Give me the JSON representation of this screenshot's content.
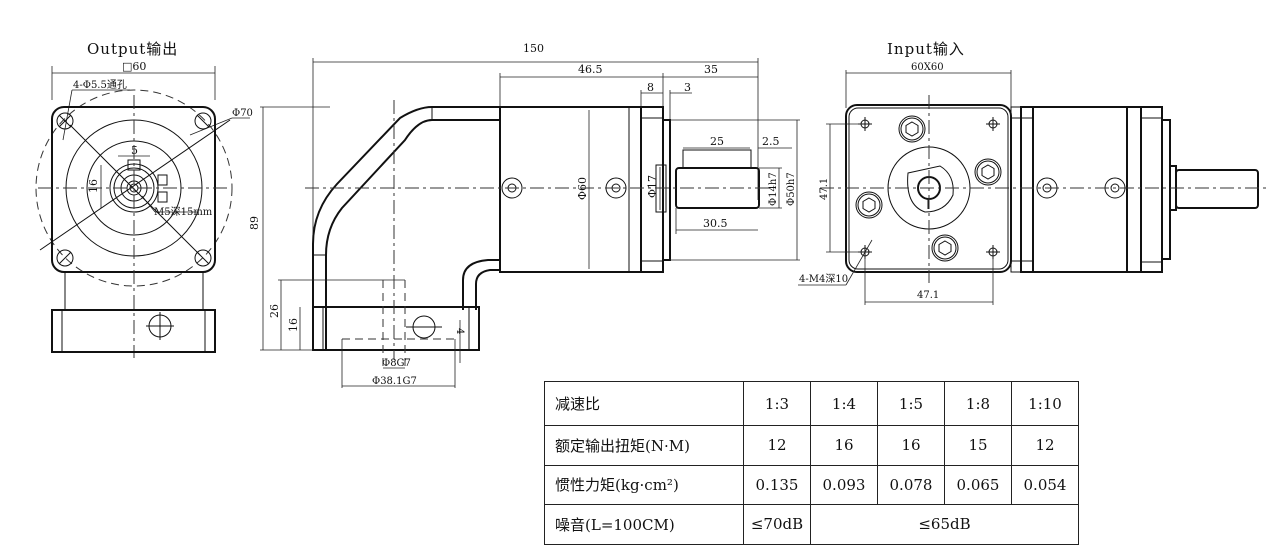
{
  "output_view": {
    "title": "Output输出",
    "flange_square": "□60",
    "mount_holes": "4-Φ5.5通孔",
    "pcd": "Φ70",
    "key_width": "5",
    "key_height": "16",
    "tap_hole": "M5深15mm"
  },
  "side_view": {
    "overall_length": "150",
    "body_length": "46.5",
    "shaft_length": "35",
    "flange_thickness": "8",
    "spigot_length": "3",
    "key_length": "25",
    "key_offset": "2.5",
    "shaft_step_length": "30.5",
    "body_diameter": "Φ60",
    "spigot_diameter": "Φ17",
    "shaft_diameter": "Φ14h7",
    "pilot_diameter": "Φ50h7",
    "overall_height": "89",
    "base_height": "26",
    "base_step": "16",
    "base_hole_offset": "4",
    "input_bore": "Φ8G7",
    "input_pilot": "Φ38.1G7"
  },
  "input_view": {
    "title": "Input输入",
    "flange_size": "60X60",
    "hole_spacing_v": "47.1",
    "hole_spacing_h": "47.1",
    "tapped_holes": "4-M4深10"
  },
  "spec_table": {
    "rows": [
      {
        "label": "减速比",
        "cells": [
          "1:3",
          "1:4",
          "1:5",
          "1:8",
          "1:10"
        ]
      },
      {
        "label": "额定输出扭矩(N·M)",
        "cells": [
          "12",
          "16",
          "16",
          "15",
          "12"
        ]
      },
      {
        "label": "惯性力矩(kg·cm²)",
        "cells": [
          "0.135",
          "0.093",
          "0.078",
          "0.065",
          "0.054"
        ]
      },
      {
        "label": "噪音(L=100CM)",
        "cells": [
          "≤70dB",
          "≤65dB"
        ]
      }
    ]
  }
}
